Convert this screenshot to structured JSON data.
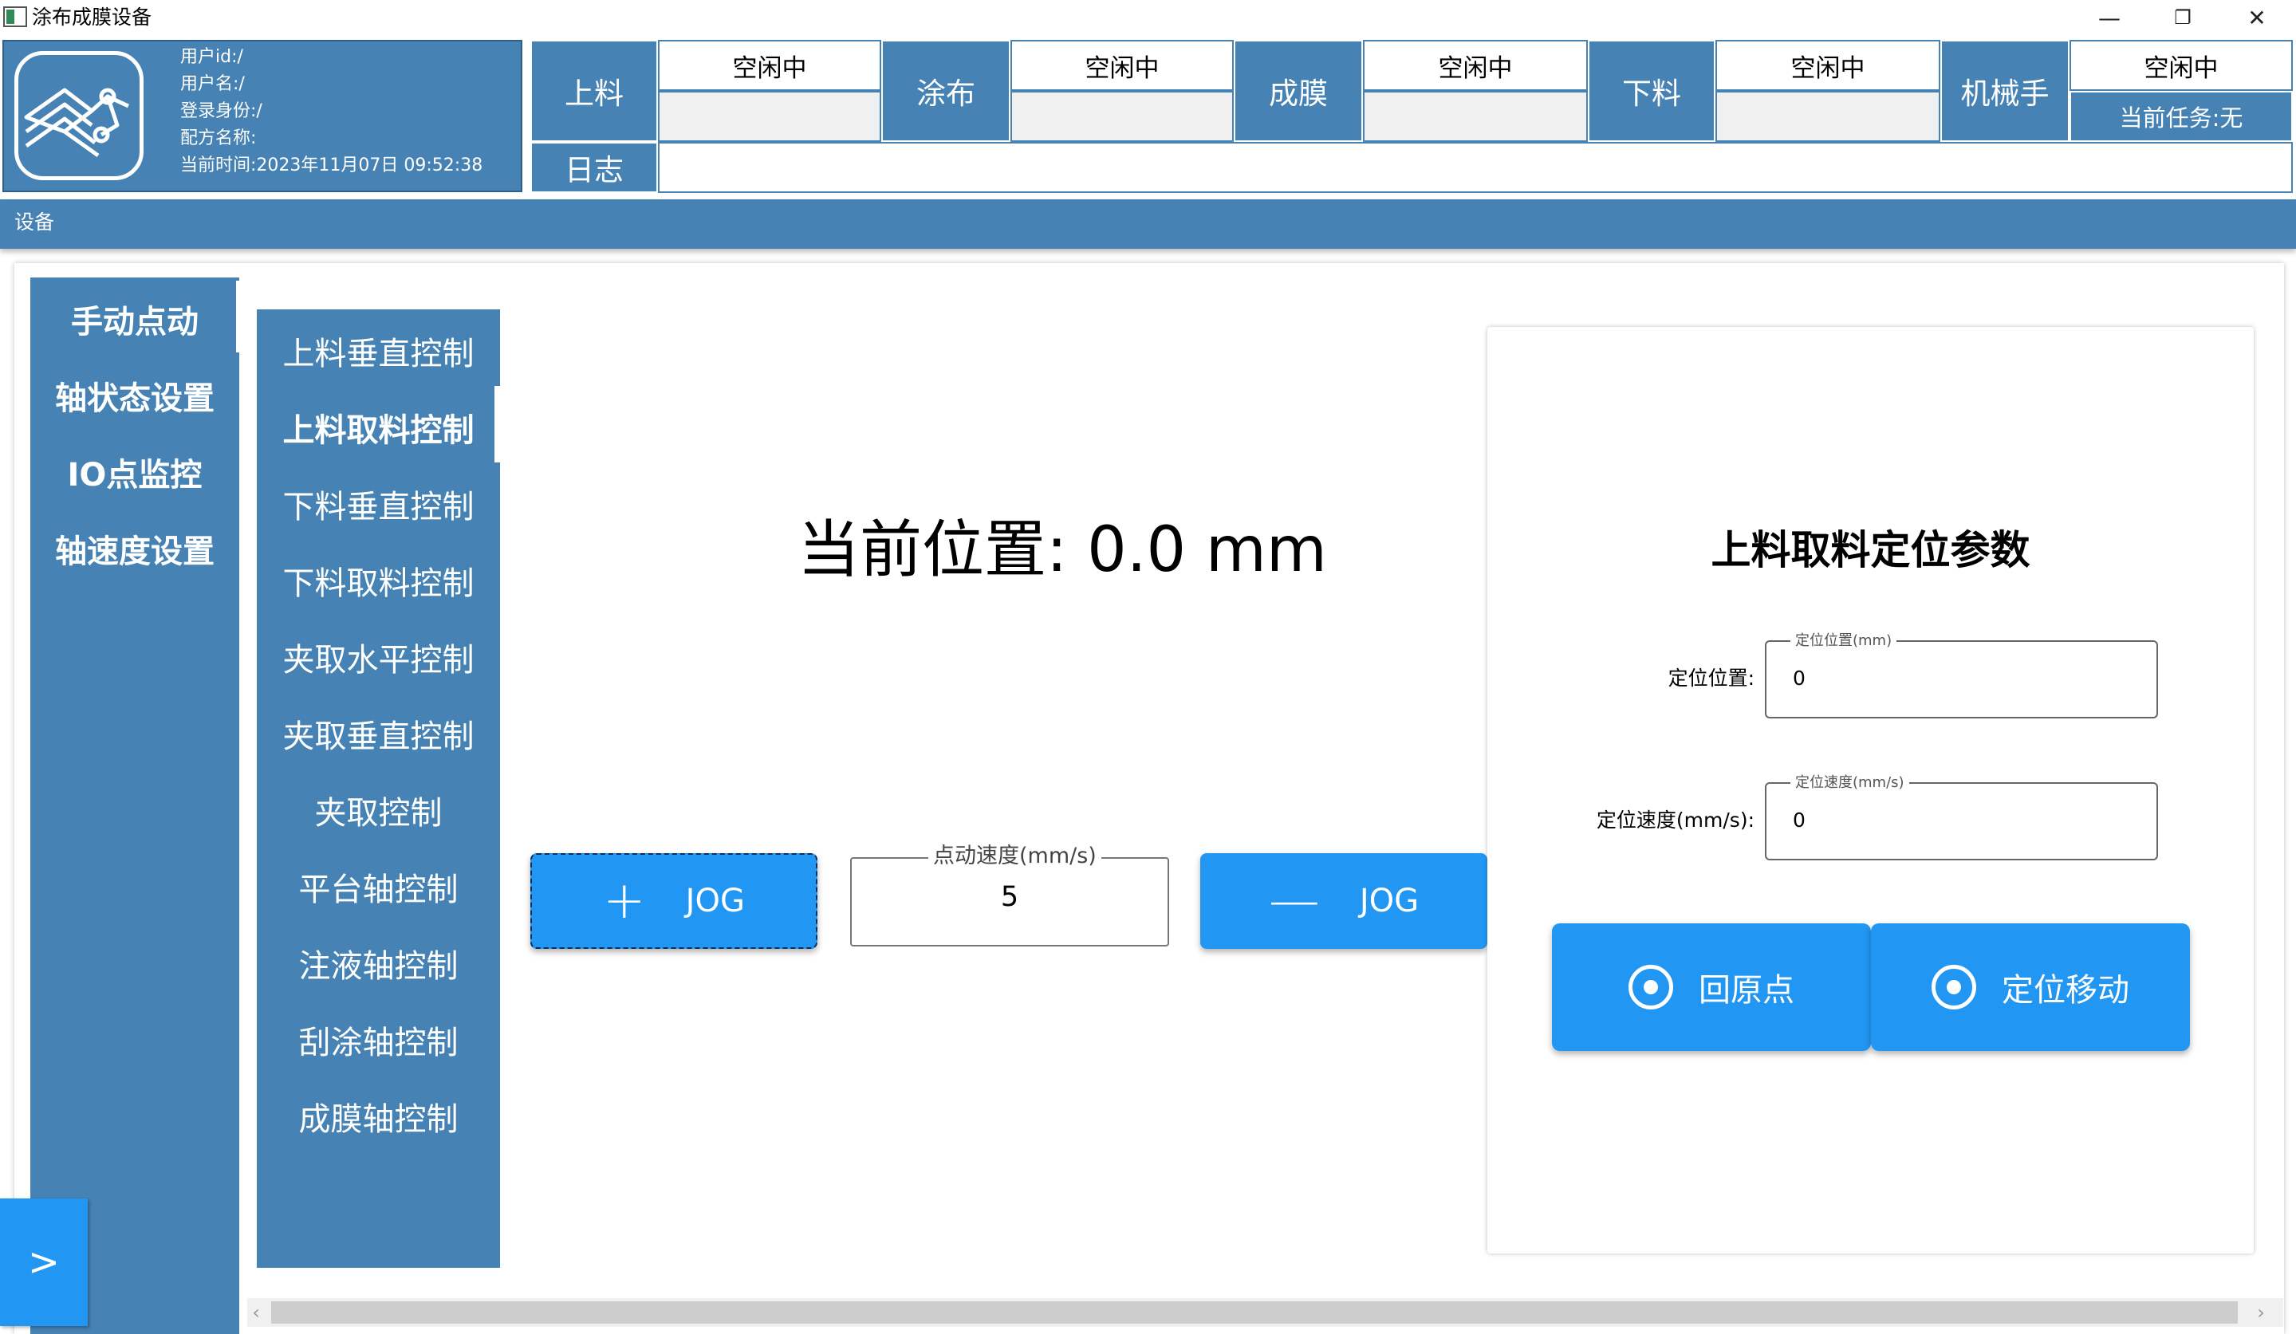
{
  "window": {
    "title": "涂布成膜设备",
    "minimize": "—",
    "maximize": "❐",
    "close": "✕"
  },
  "user": {
    "id": "用户id:/",
    "name": "用户名:/",
    "role": "登录身份:/",
    "recipe": "配方名称:",
    "time": "当前时间:2023年11月07日 09:52:38"
  },
  "stages": [
    {
      "label": "上料",
      "status": "空闲中",
      "sub": ""
    },
    {
      "label": "涂布",
      "status": "空闲中",
      "sub": ""
    },
    {
      "label": "成膜",
      "status": "空闲中",
      "sub": ""
    },
    {
      "label": "下料",
      "status": "空闲中",
      "sub": ""
    },
    {
      "label": "机械手",
      "status": "空闲中",
      "sub": "当前任务:无"
    }
  ],
  "log": {
    "label": "日志",
    "text": ""
  },
  "section": {
    "title": "设备"
  },
  "nav1": [
    {
      "label": "手动点动",
      "active": true
    },
    {
      "label": "轴状态设置"
    },
    {
      "label": "IO点监控"
    },
    {
      "label": "轴速度设置"
    }
  ],
  "nav2": [
    {
      "label": "上料垂直控制"
    },
    {
      "label": "上料取料控制",
      "active": true
    },
    {
      "label": "下料垂直控制"
    },
    {
      "label": "下料取料控制"
    },
    {
      "label": "夹取水平控制"
    },
    {
      "label": "夹取垂直控制"
    },
    {
      "label": "夹取控制"
    },
    {
      "label": "平台轴控制"
    },
    {
      "label": "注液轴控制"
    },
    {
      "label": "刮涂轴控制"
    },
    {
      "label": "成膜轴控制"
    }
  ],
  "expand_button": ">",
  "position": {
    "text": "当前位置: 0.0 mm"
  },
  "jog": {
    "plus_symbol": "+",
    "minus_symbol": "—",
    "label": "JOG",
    "speed_legend": "点动速度(mm/s)",
    "speed_value": "5"
  },
  "params": {
    "title": "上料取料定位参数",
    "position_label": "定位位置:",
    "position_legend": "定位位置(mm)",
    "position_value": "0",
    "speed_label": "定位速度(mm/s):",
    "speed_legend": "定位速度(mm/s)",
    "speed_value": "0",
    "home_button": "回原点",
    "move_button": "定位移动"
  },
  "scroll": {
    "left": "‹",
    "right": "›"
  },
  "colors": {
    "primary": "#4682b4",
    "accent": "#2196f3"
  }
}
